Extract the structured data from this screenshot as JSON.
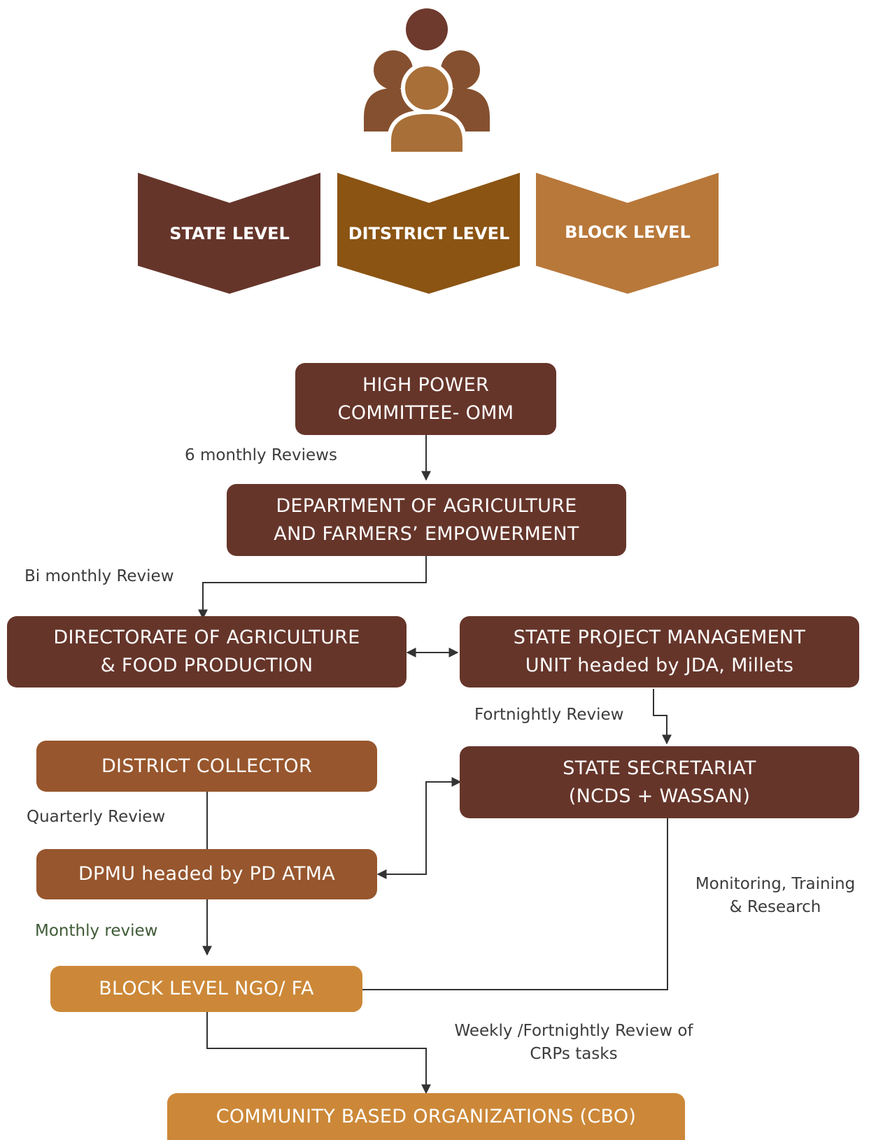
{
  "levels": {
    "state": "STATE LEVEL",
    "district": "DITSTRICT LEVEL",
    "block": "BLOCK LEVEL"
  },
  "boxes": {
    "high_power_committee": "HIGH POWER\nCOMMITTEE- OMM",
    "department": "DEPARTMENT OF AGRICULTURE\nAND FARMERS’ EMPOWERMENT",
    "directorate": "DIRECTORATE OF AGRICULTURE\n& FOOD PRODUCTION",
    "spmu": "STATE PROJECT MANAGEMENT\nUNIT headed by JDA, Millets",
    "district_collector": "DISTRICT COLLECTOR",
    "state_secretariat": "STATE SECRETARIAT\n(NCDS + WASSAN)",
    "dpmu": "DPMU headed by PD ATMA",
    "block_ngo": "BLOCK LEVEL NGO/ FA",
    "cbo": "COMMUNITY BASED ORGANIZATIONS (CBO)"
  },
  "reviews": {
    "six_monthly": "6 monthly Reviews",
    "bi_monthly": "Bi monthly Review",
    "fortnightly": "Fortnightly Review",
    "quarterly": "Quarterly Review",
    "monthly": "Monthly review",
    "monitoring": "Monitoring, Training\n& Research",
    "weekly": "Weekly /Fortnightly Review of\nCRPs tasks"
  },
  "colors": {
    "state": "#66352a",
    "district": "#97562d",
    "block": "#cc8838",
    "chevron_district": "#8b5413",
    "chevron_block": "#b8783a",
    "connector": "#333333"
  },
  "icons": {
    "header": "people-group-icon"
  }
}
